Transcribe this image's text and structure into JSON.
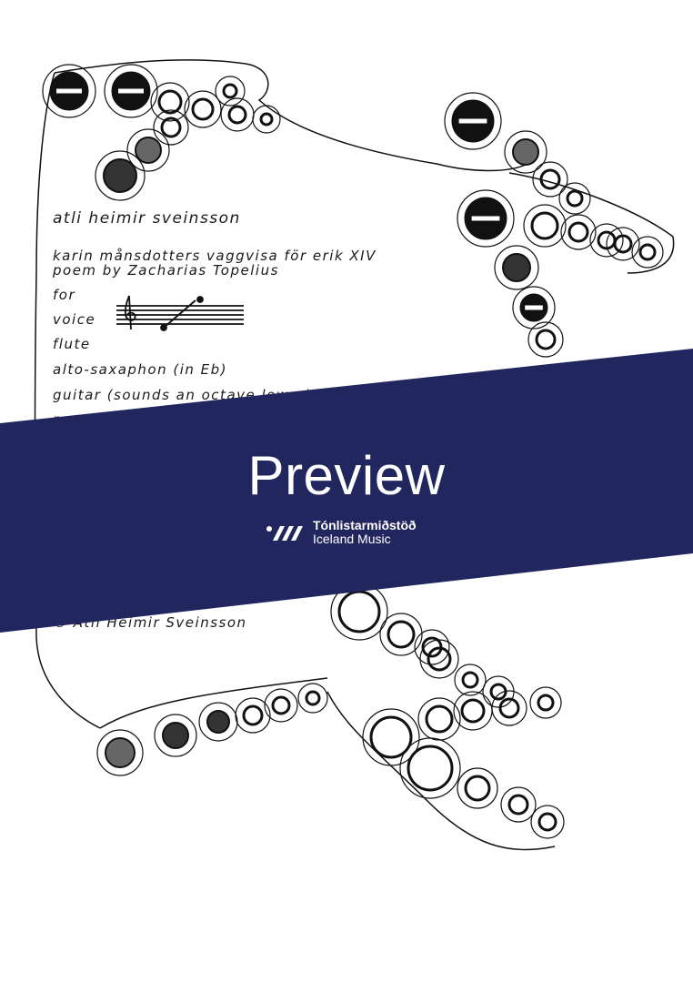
{
  "score": {
    "composer": "atli heimir sveinsson",
    "title": "karin månsdotters vaggvisa för erik XIV",
    "poem": "poem by Zacharias Topelius",
    "for_label": "for",
    "instruments": [
      "voice",
      "flute",
      "alto-saxaphon (in Eb)",
      "guitar (sounds an octave lower)",
      "percussion"
    ],
    "copyright": "© Atli Heimir Sveinsson"
  },
  "banner": {
    "label": "Preview",
    "color": "#22265f",
    "logo_line1": "Tónlistarmiðstöð",
    "logo_line2": "Iceland Music"
  }
}
